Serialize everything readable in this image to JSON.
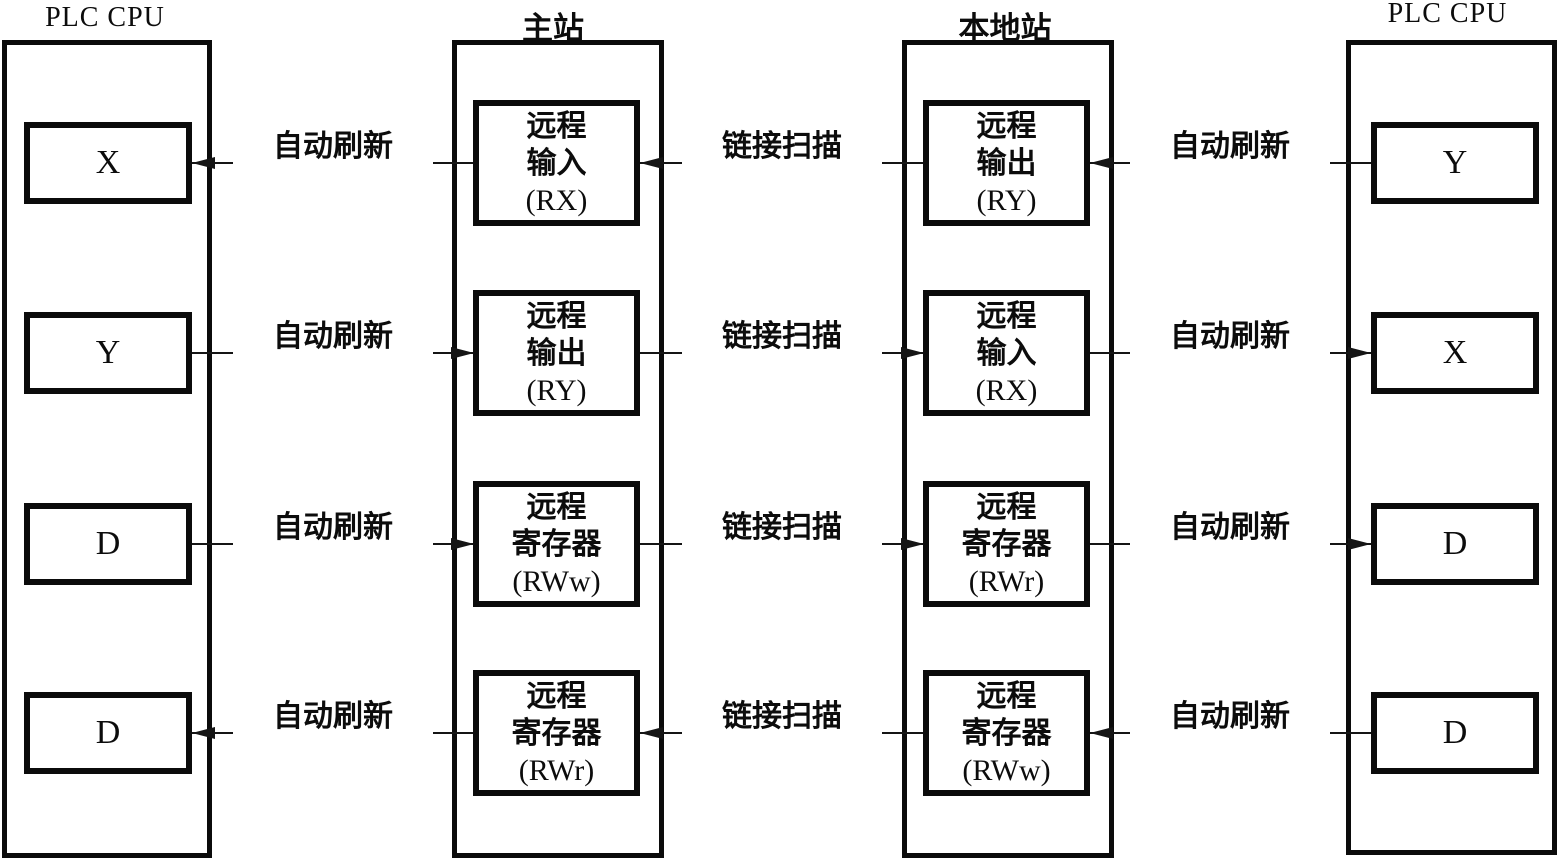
{
  "titles": {
    "plc_left": "PLC CPU",
    "master": "主站",
    "local": "本地站",
    "plc_right": "PLC CPU"
  },
  "rows": [
    {
      "direction": "right-to-left",
      "left_box": "X",
      "label1": "自动刷新",
      "master_box": {
        "line1": "远程",
        "line2": "输入",
        "line3": "(RX)"
      },
      "label2": "链接扫描",
      "local_box": {
        "line1": "远程",
        "line2": "输出",
        "line3": "(RY)"
      },
      "label3": "自动刷新",
      "right_box": "Y"
    },
    {
      "direction": "left-to-right",
      "left_box": "Y",
      "label1": "自动刷新",
      "master_box": {
        "line1": "远程",
        "line2": "输出",
        "line3": "(RY)"
      },
      "label2": "链接扫描",
      "local_box": {
        "line1": "远程",
        "line2": "输入",
        "line3": "(RX)"
      },
      "label3": "自动刷新",
      "right_box": "X"
    },
    {
      "direction": "left-to-right",
      "left_box": "D",
      "label1": "自动刷新",
      "master_box": {
        "line1": "远程",
        "line2": "寄存器",
        "line3": "(RWw)"
      },
      "label2": "链接扫描",
      "local_box": {
        "line1": "远程",
        "line2": "寄存器",
        "line3": "(RWr)"
      },
      "label3": "自动刷新",
      "right_box": "D"
    },
    {
      "direction": "right-to-left",
      "left_box": "D",
      "label1": "自动刷新",
      "master_box": {
        "line1": "远程",
        "line2": "寄存器",
        "line3": "(RWr)"
      },
      "label2": "链接扫描",
      "local_box": {
        "line1": "远程",
        "line2": "寄存器",
        "line3": "(RWw)"
      },
      "label3": "自动刷新",
      "right_box": "D"
    }
  ]
}
